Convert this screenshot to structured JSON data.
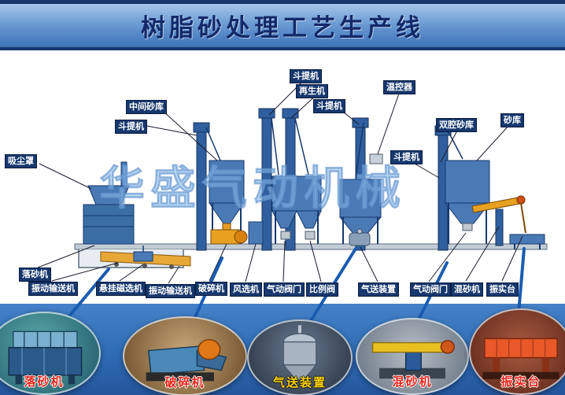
{
  "title": "树脂砂处理工艺生产线",
  "watermark": "华盛气动机械",
  "diagram_labels": [
    "斗提机",
    "再生机",
    "温控器",
    "斗提机",
    "中间砂库",
    "斗提机",
    "双腔砂库",
    "砂库",
    "斗提机",
    "吸尘罩",
    "落砂机",
    "振动输送机",
    "悬挂磁选机",
    "振动输送机",
    "破碎机",
    "风选机",
    "气动阀门",
    "比例阀",
    "气送装置",
    "气动阀门",
    "混砂机",
    "振实台"
  ],
  "photos": [
    {
      "label": "落砂机",
      "label_color": "#e8251a"
    },
    {
      "label": "破碎机",
      "label_color": "#e8251a"
    },
    {
      "label": "气送装置",
      "label_color": "#ffd400"
    },
    {
      "label": "混砂机",
      "label_color": "#e8251a"
    },
    {
      "label": "振实台",
      "label_color": "#e8251a"
    }
  ],
  "colors": {
    "banner_blue": "#4a86c6",
    "title_text": "#12296a",
    "label_box_bg": "#17386e",
    "machine_blue": "#4a7ab5",
    "elevator_blue": "#2f5f9e",
    "accent_orange": "#e8a020",
    "bottom_strip_blue": "#2e6cb4",
    "watermark_blue": "#8fbce6",
    "connector_blue": "#1a5cb0"
  }
}
